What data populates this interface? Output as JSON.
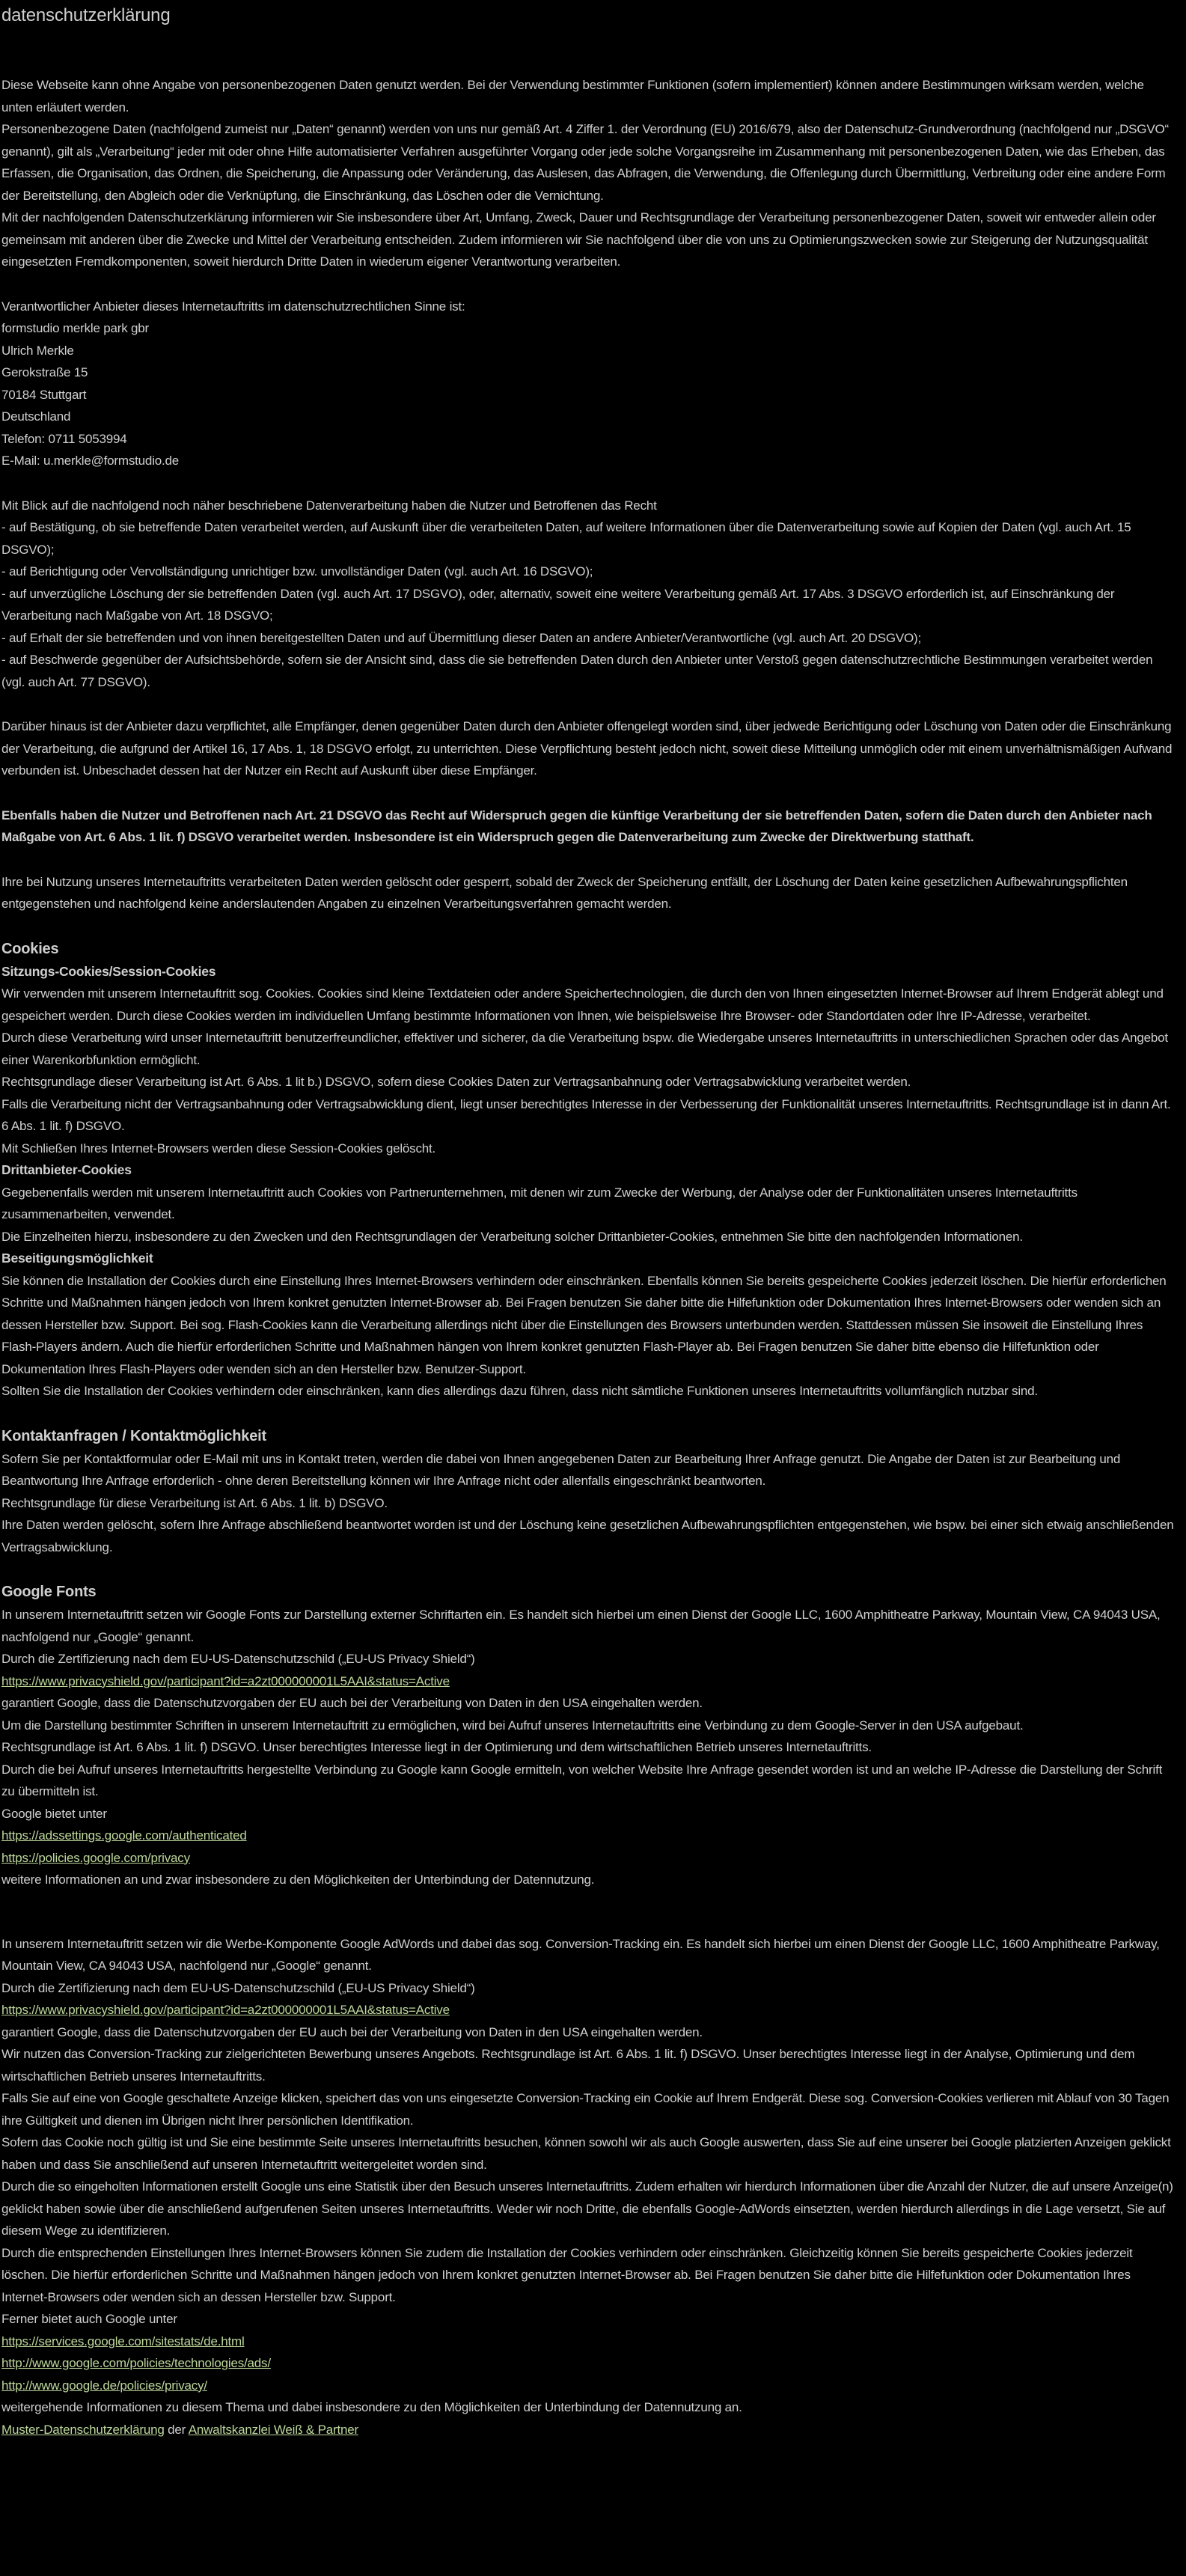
{
  "colors": {
    "background": "#000000",
    "text": "#cfcfcf",
    "link": "#bdd79b"
  },
  "document": {
    "blocks": [
      {
        "type": "title",
        "text": "datenschutzerklärung"
      },
      {
        "type": "p",
        "text": "Diese Webseite kann ohne Angabe von personenbezogenen Daten genutzt werden. Bei der Verwendung bestimmter Funktionen (sofern implementiert) können andere Bestimmungen wirksam werden, welche unten erläutert werden."
      },
      {
        "type": "p",
        "text": "Personenbezogene Daten (nachfolgend zumeist nur „Daten“ genannt) werden von uns nur gemäß Art. 4 Ziffer 1. der Verordnung (EU) 2016/679, also der Datenschutz-Grundverordnung (nachfolgend nur „DSGVO“ genannt), gilt als „Verarbeitung“ jeder mit oder ohne Hilfe automatisierter Verfahren ausgeführter Vorgang oder jede solche Vorgangsreihe im Zusammenhang mit personenbezogenen Daten, wie das Erheben, das Erfassen, die Organisation, das Ordnen, die Speicherung, die Anpassung oder Veränderung, das Auslesen, das Abfragen, die Verwendung, die Offenlegung durch Übermittlung, Verbreitung oder eine andere Form der Bereitstellung, den Abgleich oder die Verknüpfung, die Einschränkung, das Löschen oder die Vernichtung."
      },
      {
        "type": "p",
        "text": "Mit der nachfolgenden Datenschutzerklärung informieren wir Sie insbesondere über Art, Umfang, Zweck, Dauer und Rechtsgrundlage der Verarbeitung personenbezogener Daten, soweit wir entweder allein oder gemeinsam mit anderen über die Zwecke und Mittel der Verarbeitung entscheiden. Zudem informieren wir Sie nachfolgend über die von uns zu Optimierungszwecken sowie zur Steigerung der Nutzungsqualität eingesetzten Fremdkomponenten, soweit hierdurch Dritte Daten in wiederum eigener Verantwortung verarbeiten."
      },
      {
        "type": "p",
        "space": 1,
        "text": "Verantwortlicher Anbieter dieses Internetauftritts im datenschutzrechtlichen Sinne ist:"
      },
      {
        "type": "p",
        "text": "formstudio merkle park gbr"
      },
      {
        "type": "p",
        "text": "Ulrich Merkle"
      },
      {
        "type": "p",
        "text": "Gerokstraße 15"
      },
      {
        "type": "p",
        "text": "70184 Stuttgart"
      },
      {
        "type": "p",
        "text": "Deutschland"
      },
      {
        "type": "p",
        "text": "Telefon: 0711 5053994"
      },
      {
        "type": "p",
        "text": "E-Mail:  u.merkle@formstudio.de"
      },
      {
        "type": "p",
        "space": 1,
        "text": "Mit Blick auf die nachfolgend noch näher beschriebene Datenverarbeitung haben die Nutzer und Betroffenen das Recht"
      },
      {
        "type": "p",
        "text": "- auf Bestätigung, ob sie betreffende Daten verarbeitet werden, auf Auskunft über die verarbeiteten Daten, auf weitere Informationen über die Datenverarbeitung sowie auf Kopien der Daten (vgl. auch Art. 15 DSGVO);"
      },
      {
        "type": "p",
        "text": "- auf Berichtigung oder Vervollständigung unrichtiger bzw. unvollständiger Daten (vgl. auch Art. 16 DSGVO);"
      },
      {
        "type": "p",
        "text": "- auf unverzügliche Löschung der sie betreffenden Daten (vgl. auch Art. 17 DSGVO), oder, alternativ, soweit eine weitere Verarbeitung gemäß Art. 17 Abs. 3 DSGVO erforderlich ist, auf Einschränkung der Verarbeitung nach Maßgabe von Art. 18 DSGVO;"
      },
      {
        "type": "p",
        "text": "- auf Erhalt der sie betreffenden und von ihnen bereitgestellten Daten und auf Übermittlung dieser Daten an andere Anbieter/Verantwortliche (vgl. auch Art. 20 DSGVO);"
      },
      {
        "type": "p",
        "text": "- auf Beschwerde gegenüber der Aufsichtsbehörde, sofern sie der Ansicht sind, dass die sie betreffenden Daten durch den Anbieter unter Verstoß gegen datenschutzrechtliche Bestimmungen verarbeitet werden (vgl. auch Art. 77 DSGVO)."
      },
      {
        "type": "p",
        "space": 1,
        "text": "Darüber hinaus ist der Anbieter dazu verpflichtet, alle Empfänger, denen gegenüber Daten durch den Anbieter offengelegt worden sind, über jedwede Berichtigung oder Löschung von Daten oder die Einschränkung der Verarbeitung, die aufgrund der Artikel 16, 17 Abs. 1, 18 DSGVO erfolgt, zu unterrichten. Diese Verpflichtung besteht jedoch nicht, soweit diese Mitteilung unmöglich oder mit einem unverhältnismäßigen Aufwand verbunden ist. Unbeschadet dessen hat der Nutzer ein Recht auf Auskunft über diese Empfänger."
      },
      {
        "type": "pb",
        "space": 1,
        "text": "Ebenfalls haben die Nutzer und Betroffenen nach Art. 21 DSGVO das Recht auf Widerspruch gegen die künftige Verarbeitung der sie betreffenden Daten, sofern die Daten durch den Anbieter nach Maßgabe von Art. 6 Abs. 1 lit. f) DSGVO verarbeitet werden. Insbesondere ist ein Widerspruch gegen die Datenverarbeitung zum Zwecke der Direktwerbung statthaft."
      },
      {
        "type": "p",
        "space": 1,
        "text": "Ihre bei Nutzung unseres Internetauftritts verarbeiteten Daten werden gelöscht oder gesperrt, sobald der Zweck der Speicherung entfällt, der Löschung der Daten keine gesetzlichen Aufbewahrungspflichten entgegenstehen und nachfolgend keine anderslautenden Angaben zu einzelnen Verarbeitungsverfahren gemacht werden."
      },
      {
        "type": "h2",
        "space": 1,
        "text": "Cookies"
      },
      {
        "type": "h3",
        "text": "Sitzungs-Cookies/Session-Cookies"
      },
      {
        "type": "p",
        "text": "Wir verwenden mit unserem Internetauftritt sog. Cookies. Cookies sind kleine Textdateien oder andere Speichertechnologien, die durch den von Ihnen eingesetzten Internet-Browser auf Ihrem Endgerät ablegt und gespeichert werden. Durch diese Cookies werden im individuellen Umfang bestimmte Informationen von Ihnen, wie beispielsweise Ihre Browser- oder Standortdaten oder Ihre IP-Adresse, verarbeitet."
      },
      {
        "type": "p",
        "text": "Durch diese Verarbeitung wird unser Internetauftritt benutzerfreundlicher, effektiver und sicherer, da die Verarbeitung bspw. die Wiedergabe unseres Internetauftritts in unterschiedlichen Sprachen oder das Angebot einer Warenkorbfunktion ermöglicht."
      },
      {
        "type": "p",
        "text": "Rechtsgrundlage dieser Verarbeitung ist Art. 6 Abs. 1 lit b.) DSGVO, sofern diese Cookies Daten zur Vertragsanbahnung oder Vertragsabwicklung verarbeitet werden."
      },
      {
        "type": "p",
        "text": "Falls die Verarbeitung nicht der Vertragsanbahnung oder Vertragsabwicklung dient, liegt unser berechtigtes Interesse in der Verbesserung der Funktionalität unseres Internetauftritts. Rechtsgrundlage ist in dann Art. 6 Abs. 1 lit. f) DSGVO."
      },
      {
        "type": "p",
        "text": "Mit Schließen Ihres Internet-Browsers werden diese Session-Cookies gelöscht."
      },
      {
        "type": "h3",
        "text": "Drittanbieter-Cookies"
      },
      {
        "type": "p",
        "text": "Gegebenenfalls werden mit unserem Internetauftritt auch Cookies von Partnerunternehmen, mit denen wir zum Zwecke der Werbung, der Analyse oder der Funktionalitäten unseres Internetauftritts zusammenarbeiten, verwendet."
      },
      {
        "type": "p",
        "text": "Die Einzelheiten hierzu, insbesondere zu den Zwecken und den Rechtsgrundlagen der Verarbeitung solcher Drittanbieter-Cookies, entnehmen Sie bitte den nachfolgenden Informationen."
      },
      {
        "type": "h3",
        "text": "Beseitigungsmöglichkeit"
      },
      {
        "type": "p",
        "text": "Sie können die Installation der Cookies durch eine Einstellung Ihres Internet-Browsers verhindern oder einschränken. Ebenfalls können Sie bereits gespeicherte Cookies jederzeit löschen. Die hierfür erforderlichen Schritte und Maßnahmen hängen jedoch von Ihrem konkret genutzten Internet-Browser ab. Bei Fragen benutzen Sie daher bitte die Hilfefunktion oder Dokumentation Ihres Internet-Browsers oder wenden sich an dessen Hersteller bzw. Support. Bei sog. Flash-Cookies kann die Verarbeitung allerdings nicht über die Einstellungen des Browsers unterbunden werden. Stattdessen müssen Sie insoweit die Einstellung Ihres Flash-Players ändern. Auch die hierfür erforderlichen Schritte und Maßnahmen hängen von Ihrem konkret genutzten Flash-Player ab. Bei Fragen benutzen Sie daher bitte ebenso die Hilfefunktion oder Dokumentation Ihres Flash-Players oder wenden sich an den Hersteller bzw. Benutzer-Support."
      },
      {
        "type": "p",
        "text": "Sollten Sie die Installation der Cookies verhindern oder einschränken, kann dies allerdings dazu führen, dass nicht sämtliche Funktionen unseres Internetauftritts vollumfänglich nutzbar sind."
      },
      {
        "type": "h2",
        "space": 1,
        "text": "Kontaktanfragen / Kontaktmöglichkeit"
      },
      {
        "type": "p",
        "text": "Sofern Sie per Kontaktformular oder E-Mail mit uns in Kontakt treten, werden die dabei von Ihnen angegebenen Daten zur Bearbeitung Ihrer Anfrage genutzt. Die Angabe der Daten ist zur Bearbeitung und Beantwortung Ihre Anfrage erforderlich - ohne deren Bereitstellung können wir Ihre Anfrage nicht oder allenfalls eingeschränkt beantworten."
      },
      {
        "type": "p",
        "text": "Rechtsgrundlage für diese Verarbeitung ist Art. 6 Abs. 1 lit. b) DSGVO."
      },
      {
        "type": "p",
        "text": "Ihre Daten werden gelöscht, sofern Ihre Anfrage abschließend beantwortet worden ist und der Löschung keine gesetzlichen Aufbewahrungspflichten entgegenstehen, wie bspw. bei einer sich etwaig anschließenden Vertragsabwicklung."
      },
      {
        "type": "h2",
        "space": 1,
        "text": "Google Fonts"
      },
      {
        "type": "p",
        "text": "In unserem Internetauftritt setzen wir Google Fonts zur Darstellung externer Schriftarten ein. Es handelt sich hierbei um einen Dienst der Google LLC, 1600 Amphitheatre Parkway, Mountain View, CA 94043 USA, nachfolgend nur „Google“ genannt."
      },
      {
        "type": "p",
        "text": "Durch die Zertifizierung nach dem EU-US-Datenschutzschild („EU-US Privacy Shield“)"
      },
      {
        "type": "link",
        "text": "https://www.privacyshield.gov/participant?id=a2zt000000001L5AAI&status=Active"
      },
      {
        "type": "p",
        "text": "garantiert Google, dass die Datenschutzvorgaben der EU auch bei der Verarbeitung von Daten in den USA eingehalten werden."
      },
      {
        "type": "p",
        "text": "Um die Darstellung bestimmter Schriften in unserem Internetauftritt zu ermöglichen, wird bei Aufruf unseres Internetauftritts eine Verbindung zu dem Google-Server in den USA aufgebaut."
      },
      {
        "type": "p",
        "text": "Rechtsgrundlage ist Art. 6 Abs. 1 lit. f) DSGVO. Unser berechtigtes Interesse liegt in der Optimierung und dem wirtschaftlichen Betrieb unseres Internetauftritts."
      },
      {
        "type": "p",
        "text": "Durch die bei Aufruf unseres Internetauftritts hergestellte Verbindung zu Google kann Google ermitteln, von welcher Website Ihre Anfrage gesendet worden ist und an welche IP-Adresse die Darstellung der Schrift zu übermitteln ist."
      },
      {
        "type": "p",
        "text": "Google bietet unter"
      },
      {
        "type": "link",
        "text": "https://adssettings.google.com/authenticated"
      },
      {
        "type": "link",
        "text": "https://policies.google.com/privacy"
      },
      {
        "type": "p",
        "text": "weitere Informationen an und zwar insbesondere zu den Möglichkeiten der Unterbindung der Datennutzung."
      },
      {
        "type": "p",
        "space": 2,
        "text": "In unserem Internetauftritt setzen wir die Werbe-Komponente Google AdWords und dabei das sog. Conversion-Tracking ein. Es handelt sich hierbei um einen Dienst der Google LLC, 1600 Amphitheatre Parkway, Mountain View, CA 94043 USA, nachfolgend nur „Google“ genannt."
      },
      {
        "type": "p",
        "text": "Durch die Zertifizierung nach dem EU-US-Datenschutzschild („EU-US Privacy Shield“)"
      },
      {
        "type": "link",
        "text": "https://www.privacyshield.gov/participant?id=a2zt000000001L5AAI&status=Active"
      },
      {
        "type": "p",
        "text": "garantiert Google, dass die Datenschutzvorgaben der EU auch bei der Verarbeitung von Daten in den USA eingehalten werden."
      },
      {
        "type": "p",
        "text": "Wir nutzen das Conversion-Tracking zur zielgerichteten Bewerbung unseres Angebots. Rechtsgrundlage ist Art. 6 Abs. 1 lit. f) DSGVO. Unser berechtigtes Interesse liegt in der Analyse, Optimierung und dem wirtschaftlichen Betrieb unseres Internetauftritts."
      },
      {
        "type": "p",
        "text": "Falls Sie auf eine von Google geschaltete Anzeige klicken, speichert das von uns eingesetzte Conversion-Tracking ein Cookie auf Ihrem Endgerät. Diese sog. Conversion-Cookies verlieren mit Ablauf von 30 Tagen ihre Gültigkeit und dienen im Übrigen nicht Ihrer persönlichen Identifikation."
      },
      {
        "type": "p",
        "text": "Sofern das Cookie noch gültig ist und Sie eine bestimmte Seite unseres Internetauftritts besuchen, können sowohl wir als auch Google auswerten, dass Sie auf eine unserer bei Google platzierten Anzeigen geklickt haben und dass Sie anschließend auf unseren Internetauftritt weitergeleitet worden sind."
      },
      {
        "type": "p",
        "text": "Durch die so eingeholten Informationen erstellt Google uns eine Statistik über den Besuch unseres Internetauftritts. Zudem erhalten wir hierdurch Informationen über die Anzahl der Nutzer, die auf unsere Anzeige(n) geklickt haben sowie über die anschließend aufgerufenen Seiten unseres Internetauftritts. Weder wir noch Dritte, die ebenfalls Google-AdWords einsetzten, werden hierdurch allerdings in die Lage versetzt, Sie auf diesem Wege zu identifizieren."
      },
      {
        "type": "p",
        "text": "Durch die entsprechenden Einstellungen Ihres Internet-Browsers können Sie zudem die Installation der Cookies verhindern oder einschränken. Gleichzeitig können Sie bereits gespeicherte Cookies jederzeit löschen. Die hierfür erforderlichen Schritte und Maßnahmen hängen jedoch von Ihrem konkret genutzten Internet-Browser ab. Bei Fragen benutzen Sie daher bitte die Hilfefunktion oder Dokumentation Ihres Internet-Browsers oder wenden sich an dessen Hersteller bzw. Support."
      },
      {
        "type": "p",
        "text": "Ferner bietet auch Google unter"
      },
      {
        "type": "link",
        "text": "https://services.google.com/sitestats/de.html"
      },
      {
        "type": "link",
        "text": "http://www.google.com/policies/technologies/ads/"
      },
      {
        "type": "link",
        "text": "http://www.google.de/policies/privacy/"
      },
      {
        "type": "p",
        "text": "weitergehende Informationen zu diesem Thema und dabei insbesondere zu den Möglichkeiten der Unterbindung der Datennutzung an."
      },
      {
        "type": "mixed",
        "parts": [
          {
            "kind": "link",
            "text": "Muster-Datenschutzerklärung"
          },
          {
            "kind": "text",
            "text": " der "
          },
          {
            "kind": "link",
            "text": "Anwaltskanzlei Weiß & Partner"
          }
        ]
      }
    ]
  }
}
